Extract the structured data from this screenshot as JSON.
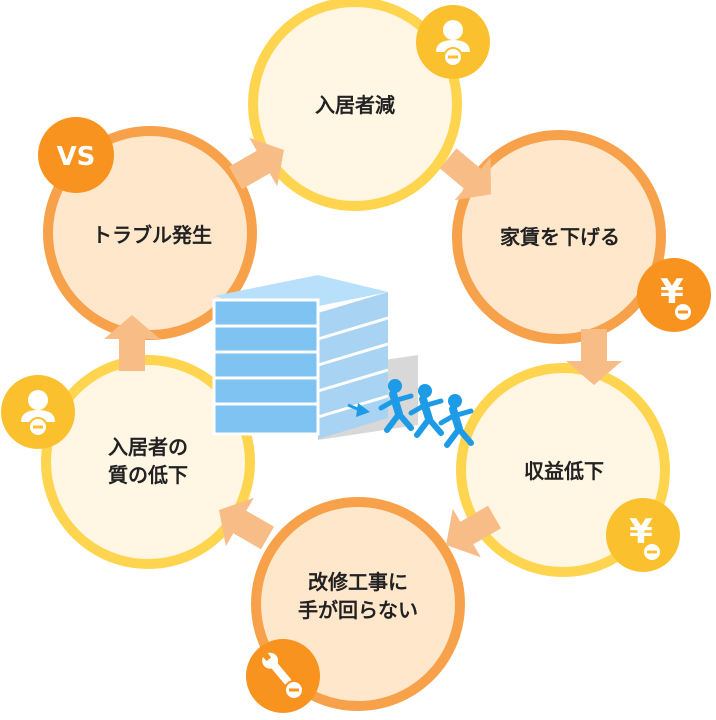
{
  "colors": {
    "ring_orange": "#f7a24a",
    "ring_yellow": "#ffd54f",
    "fill_cream": "#fff6e4",
    "fill_peach": "#ffe7cc",
    "arrow": "#f8bd86",
    "badge_yellow": "#fbc02d",
    "badge_orange": "#f7931e",
    "building_blue": "#7fc3f2",
    "people_blue": "#1e9be6"
  },
  "nodes": [
    {
      "label_lines": [
        "入居者減"
      ]
    },
    {
      "label_lines": [
        "家賃を下げる"
      ]
    },
    {
      "label_lines": [
        "収益低下"
      ]
    },
    {
      "label_lines": [
        "改修工事に",
        "手が回らない"
      ]
    },
    {
      "label_lines": [
        "入居者の",
        "質の低下"
      ]
    },
    {
      "label_lines": [
        "トラブル発生"
      ]
    }
  ],
  "badges": {
    "vs": "VS",
    "yen": "¥",
    "person_icon": "person-minus-icon",
    "wrench_icon": "wrench-minus-icon"
  },
  "center": {
    "building_icon": "apartment-building-icon",
    "people_icon": "people-leaving-icon"
  }
}
